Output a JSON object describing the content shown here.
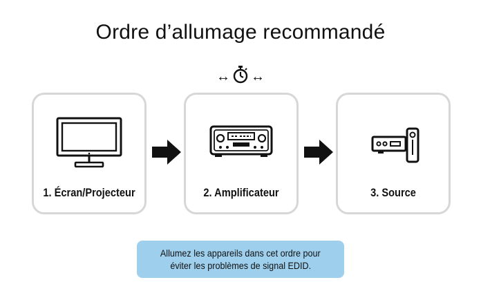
{
  "title": "Ordre d’allumage recommandé",
  "timing": {
    "left_arrow": "↔",
    "right_arrow": "↔",
    "icon": "stopwatch-icon"
  },
  "steps": [
    {
      "label": "1. Écran/Projecteur",
      "icon": "tv-monitor-icon"
    },
    {
      "label": "2. Amplificateur",
      "icon": "av-receiver-icon"
    },
    {
      "label": "3. Source",
      "icon": "media-player-icon"
    }
  ],
  "connector_icon": "arrow-right-icon",
  "note": {
    "line1": "Allumez les appareils  dans cet ordre pour",
    "line2": "éviter les problèmes de signal EDID."
  },
  "colors": {
    "card_border": "#d7d7d7",
    "note_background": "#9ed0ee",
    "icon_stroke": "#111111"
  }
}
